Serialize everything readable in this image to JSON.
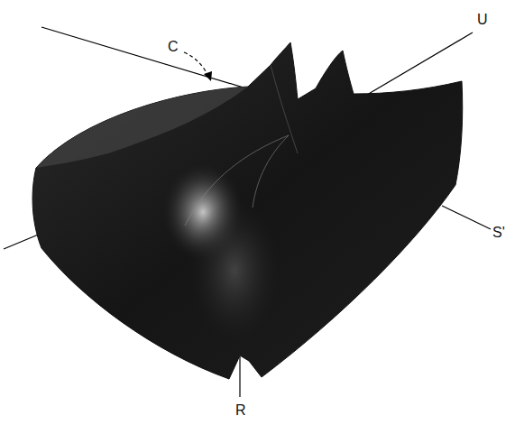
{
  "diagram": {
    "labels": [
      "C",
      "U",
      "S'",
      "R"
    ]
  }
}
